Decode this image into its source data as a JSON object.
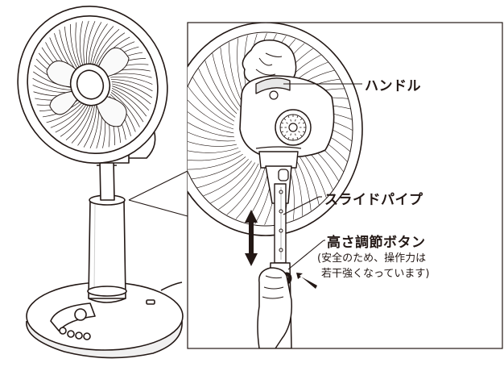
{
  "labels": {
    "handle": "ハンドル",
    "slide_pipe": "スライドパイプ",
    "height_button": "高さ調節ボタン",
    "note_line1": "(安全のため、操作力は",
    "note_line2": "若干強くなっています)"
  },
  "colors": {
    "line": "#231815",
    "fill": "#ffffff",
    "shade": "#e8e8e8"
  }
}
